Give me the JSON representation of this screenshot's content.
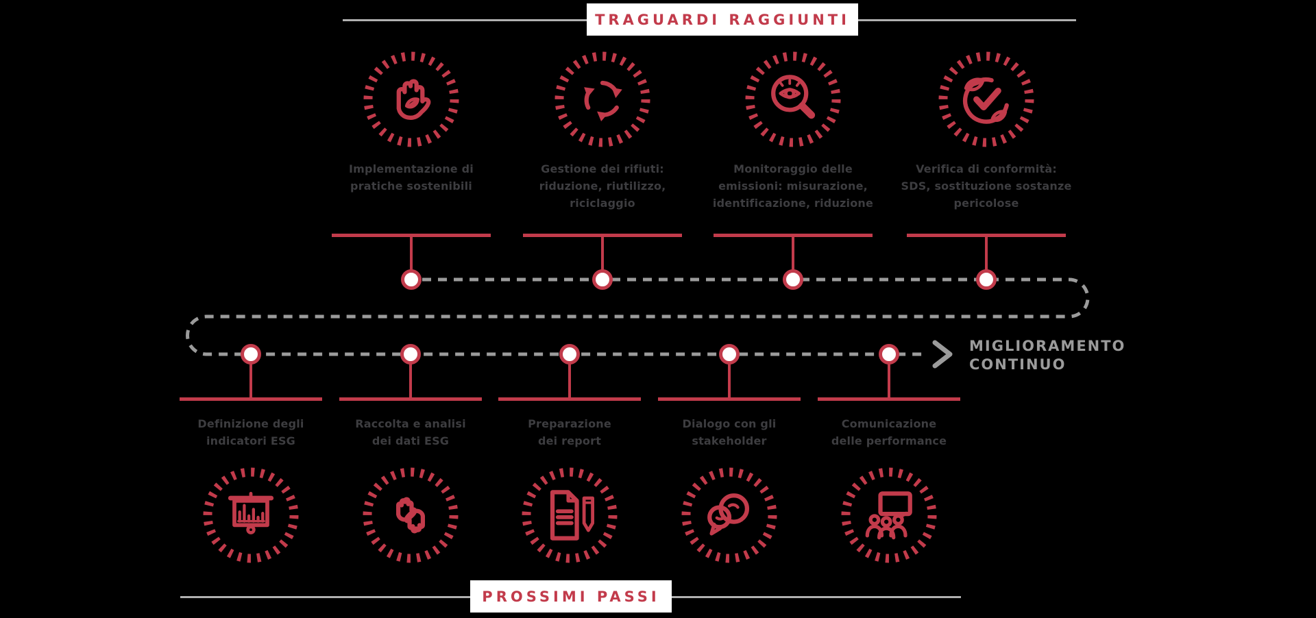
{
  "palette": {
    "background": "#000000",
    "accent_red": "#c23b4b",
    "path_gray": "#9b9b9b",
    "label_dark": "#3d3d40",
    "divider_gray": "#b1b1b1",
    "panel_white": "#ffffff"
  },
  "header": {
    "title": "TRAGUARDI RAGGIUNTI"
  },
  "footer": {
    "title": "PROSSIMI PASSI"
  },
  "improvement_label": {
    "line1": "MIGLIORAMENTO",
    "line2": "CONTINUO"
  },
  "achieved_milestones": [
    {
      "icon": "hand-leaf-icon",
      "label": "Implementazione di\npratiche sostenibili"
    },
    {
      "icon": "recycle-icon",
      "label": "Gestione dei rifiuti:\nriduzione, riutilizzo,\nriciclaggio"
    },
    {
      "icon": "magnifier-eye-icon",
      "label": "Monitoraggio delle\nemissioni: misurazione,\nidentificazione, riduzione"
    },
    {
      "icon": "leaf-check-icon",
      "label": "Verifica di conformità:\nSDS, sostituzione sostanze\npericolose"
    }
  ],
  "next_steps": [
    {
      "icon": "presentation-chart-icon",
      "label": "Definizione degli\nindicatori ESG"
    },
    {
      "icon": "collaboration-hands-icon",
      "label": "Raccolta e analisi\ndei dati ESG"
    },
    {
      "icon": "report-pencil-icon",
      "label": "Preparazione\ndei report"
    },
    {
      "icon": "speech-bubbles-icon",
      "label": "Dialogo con gli\nstakeholder"
    },
    {
      "icon": "audience-screen-icon",
      "label": "Comunicazione\ndelle performance"
    }
  ]
}
